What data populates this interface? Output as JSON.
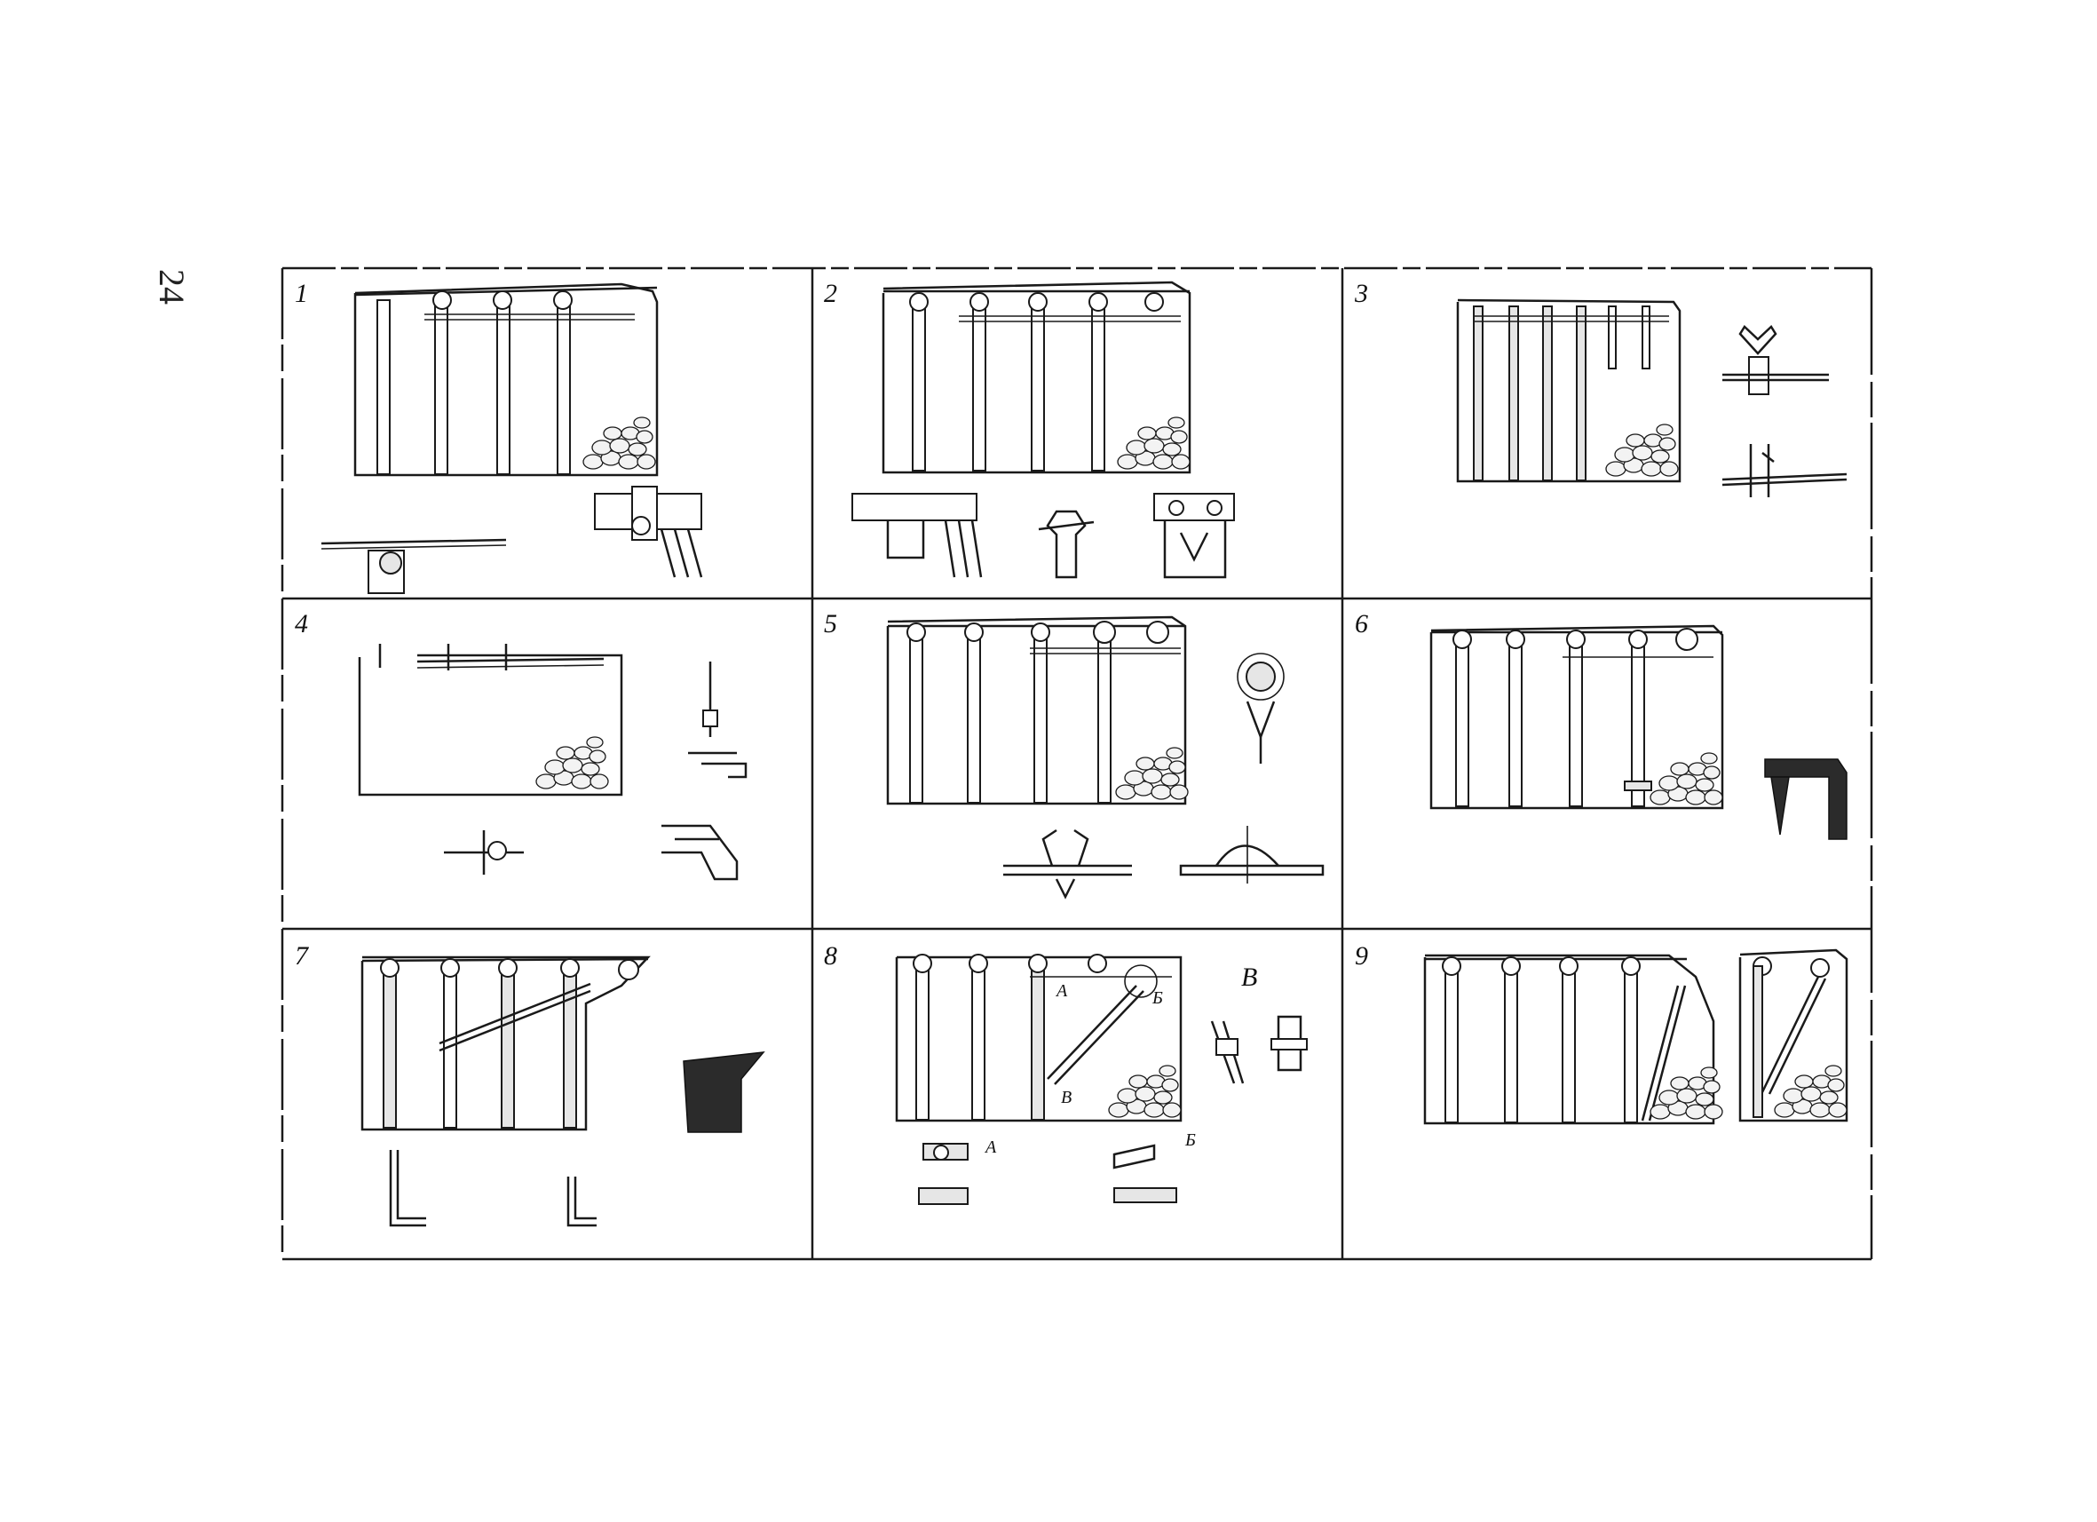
{
  "page_number": "24",
  "panels": [
    {
      "id": "p1",
      "label": "1"
    },
    {
      "id": "p2",
      "label": "2"
    },
    {
      "id": "p3",
      "label": "3"
    },
    {
      "id": "p4",
      "label": "4"
    },
    {
      "id": "p5",
      "label": "5"
    },
    {
      "id": "p6",
      "label": "6"
    },
    {
      "id": "p7",
      "label": "7"
    },
    {
      "id": "p8",
      "label": "8",
      "detail_labels": [
        "А",
        "Б",
        "В",
        "В",
        "А",
        "Б"
      ]
    },
    {
      "id": "p9",
      "label": "9"
    }
  ]
}
